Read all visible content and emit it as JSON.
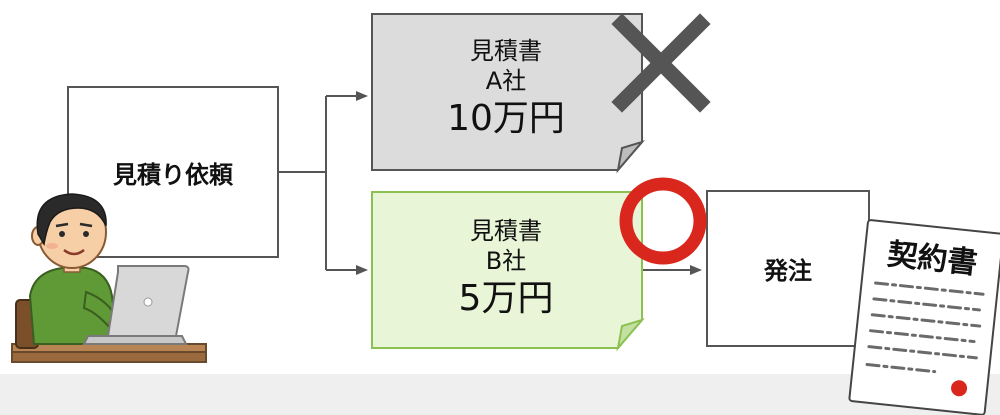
{
  "request": {
    "label": "見積り依頼"
  },
  "quote_a": {
    "title": "見積書",
    "company": "A社",
    "price": "10万円",
    "verdict": "rejected"
  },
  "quote_b": {
    "title": "見積書",
    "company": "B社",
    "price": "5万円",
    "verdict": "accepted"
  },
  "order": {
    "label": "発注"
  },
  "contract": {
    "title": "契約書"
  },
  "colors": {
    "quote_a_fill": "#dcdcdc",
    "quote_b_fill": "#e8f5d6",
    "quote_b_border": "#8cc152",
    "cross_mark": "#555555",
    "circle_mark": "#d9271d",
    "line": "#555555"
  }
}
